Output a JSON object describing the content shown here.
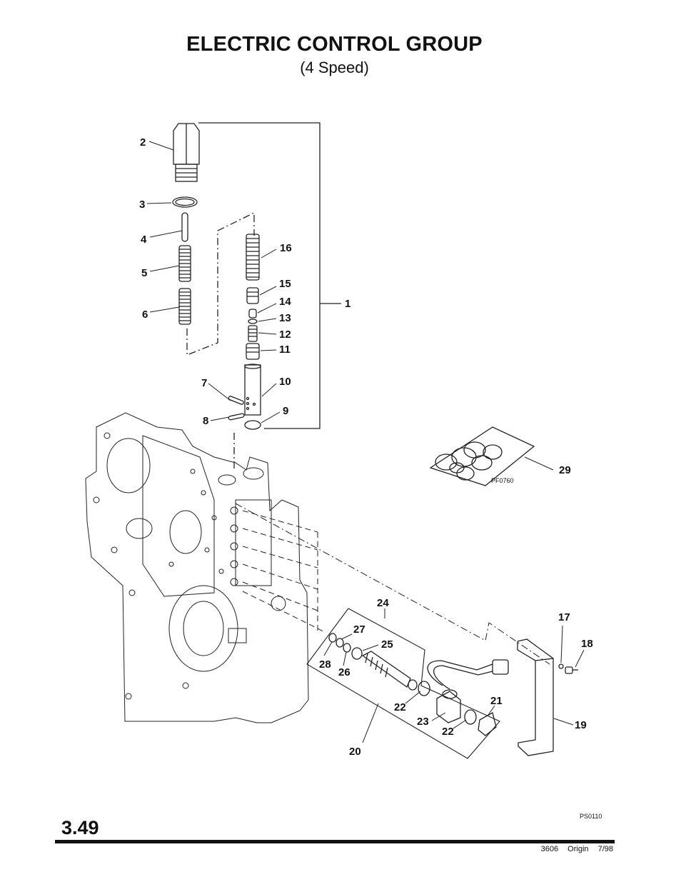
{
  "header": {
    "title": "ELECTRIC CONTROL GROUP",
    "subtitle": "(4 Speed)"
  },
  "callouts": [
    "2",
    "3",
    "4",
    "5",
    "6",
    "16",
    "15",
    "14",
    "13",
    "12",
    "11",
    "1",
    "7",
    "10",
    "9",
    "8",
    "29",
    "24",
    "17",
    "18",
    "27",
    "25",
    "28",
    "26",
    "21",
    "22",
    "23",
    "22",
    "20",
    "19"
  ],
  "figure_refs": {
    "kit": "PF0760",
    "main": "PS0110"
  },
  "page": {
    "number": "3.49"
  },
  "footer": {
    "model": "3606",
    "label": "Origin",
    "date": "7/98"
  }
}
